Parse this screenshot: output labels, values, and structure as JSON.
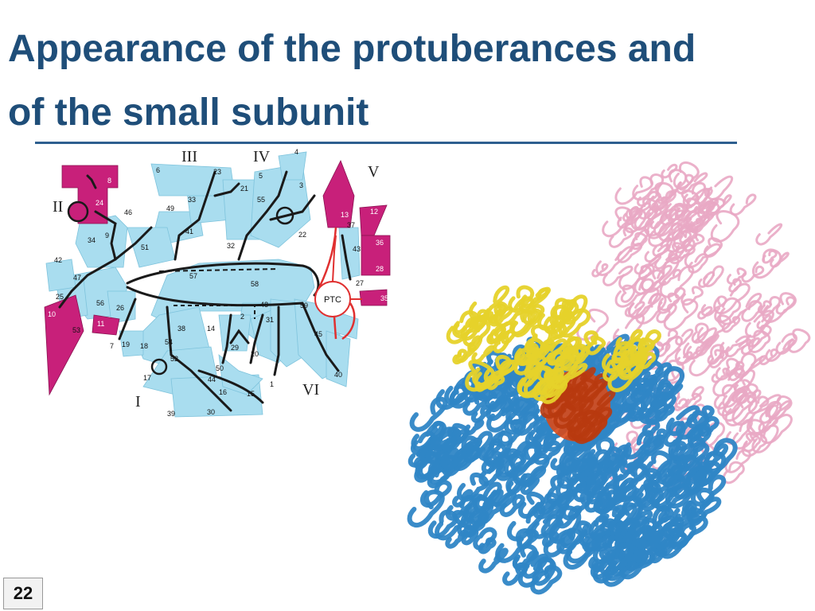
{
  "slide": {
    "title_line1": "Appearance of the protuberances and",
    "title_line2": "of the small subunit",
    "page_number": "22"
  },
  "diagram": {
    "domain_labels": [
      "I",
      "II",
      "III",
      "IV",
      "V",
      "VI"
    ],
    "ptc_label": "PTC",
    "helix_labels": [
      "1",
      "2",
      "3",
      "4",
      "5",
      "6",
      "7",
      "8",
      "9",
      "10",
      "11",
      "12",
      "13",
      "14",
      "15",
      "16",
      "17",
      "18",
      "19",
      "20",
      "21",
      "22",
      "23",
      "24",
      "25",
      "26",
      "27",
      "28",
      "29",
      "30",
      "31",
      "32",
      "33",
      "34",
      "35",
      "36",
      "37",
      "38",
      "39",
      "40",
      "41",
      "42",
      "43",
      "44",
      "45",
      "46",
      "47",
      "48",
      "49",
      "50",
      "51",
      "52",
      "53",
      "54",
      "55",
      "56",
      "57",
      "58",
      "59"
    ],
    "colors": {
      "helix_fill": "#a9ddef",
      "highlight_fill": "#c8207a",
      "backbone": "#1a1a1a",
      "ptc_line": "#e03030"
    }
  },
  "structure": {
    "colors": {
      "large_subunit": "#2f86c6",
      "protuberance": "#e6d22a",
      "ptc_core": "#d84a1a",
      "small_subunit": "#e9a9c4"
    }
  }
}
